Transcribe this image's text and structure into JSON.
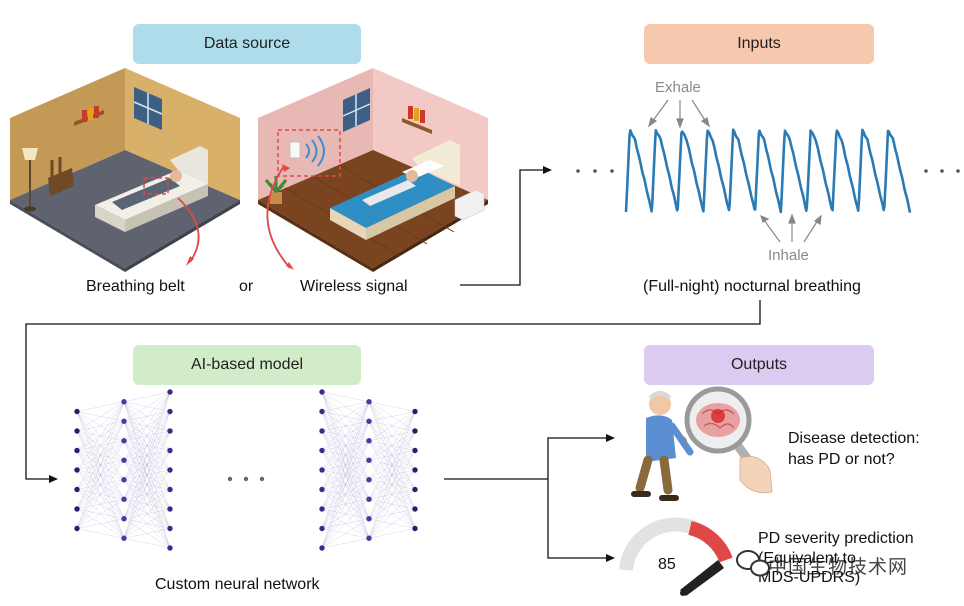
{
  "headers": {
    "data_source": "Data source",
    "inputs": "Inputs",
    "ai_model": "AI-based model",
    "outputs": "Outputs"
  },
  "data_source": {
    "breathing_belt": "Breathing belt",
    "or": "or",
    "wireless_signal": "Wireless signal"
  },
  "inputs": {
    "exhale": "Exhale",
    "inhale": "Inhale",
    "caption": "(Full-night) nocturnal breathing"
  },
  "model": {
    "caption": "Custom neural network"
  },
  "outputs": {
    "disease_line1": "Disease detection:",
    "disease_line2": "has PD or not?",
    "severity_line1": "PD severity prediction",
    "severity_line2": "(Equivalent to",
    "severity_line3": "MDS-UPDRS)",
    "gauge_value": "85"
  },
  "watermark": "中国生物技术网",
  "colors": {
    "data_source_header": "#aedcea",
    "inputs_header": "#f6c9ae",
    "ai_model_header": "#d2ebc8",
    "outputs_header": "#dccbf0",
    "signal": "#2a7ab5",
    "arrow_red": "#e04848"
  }
}
